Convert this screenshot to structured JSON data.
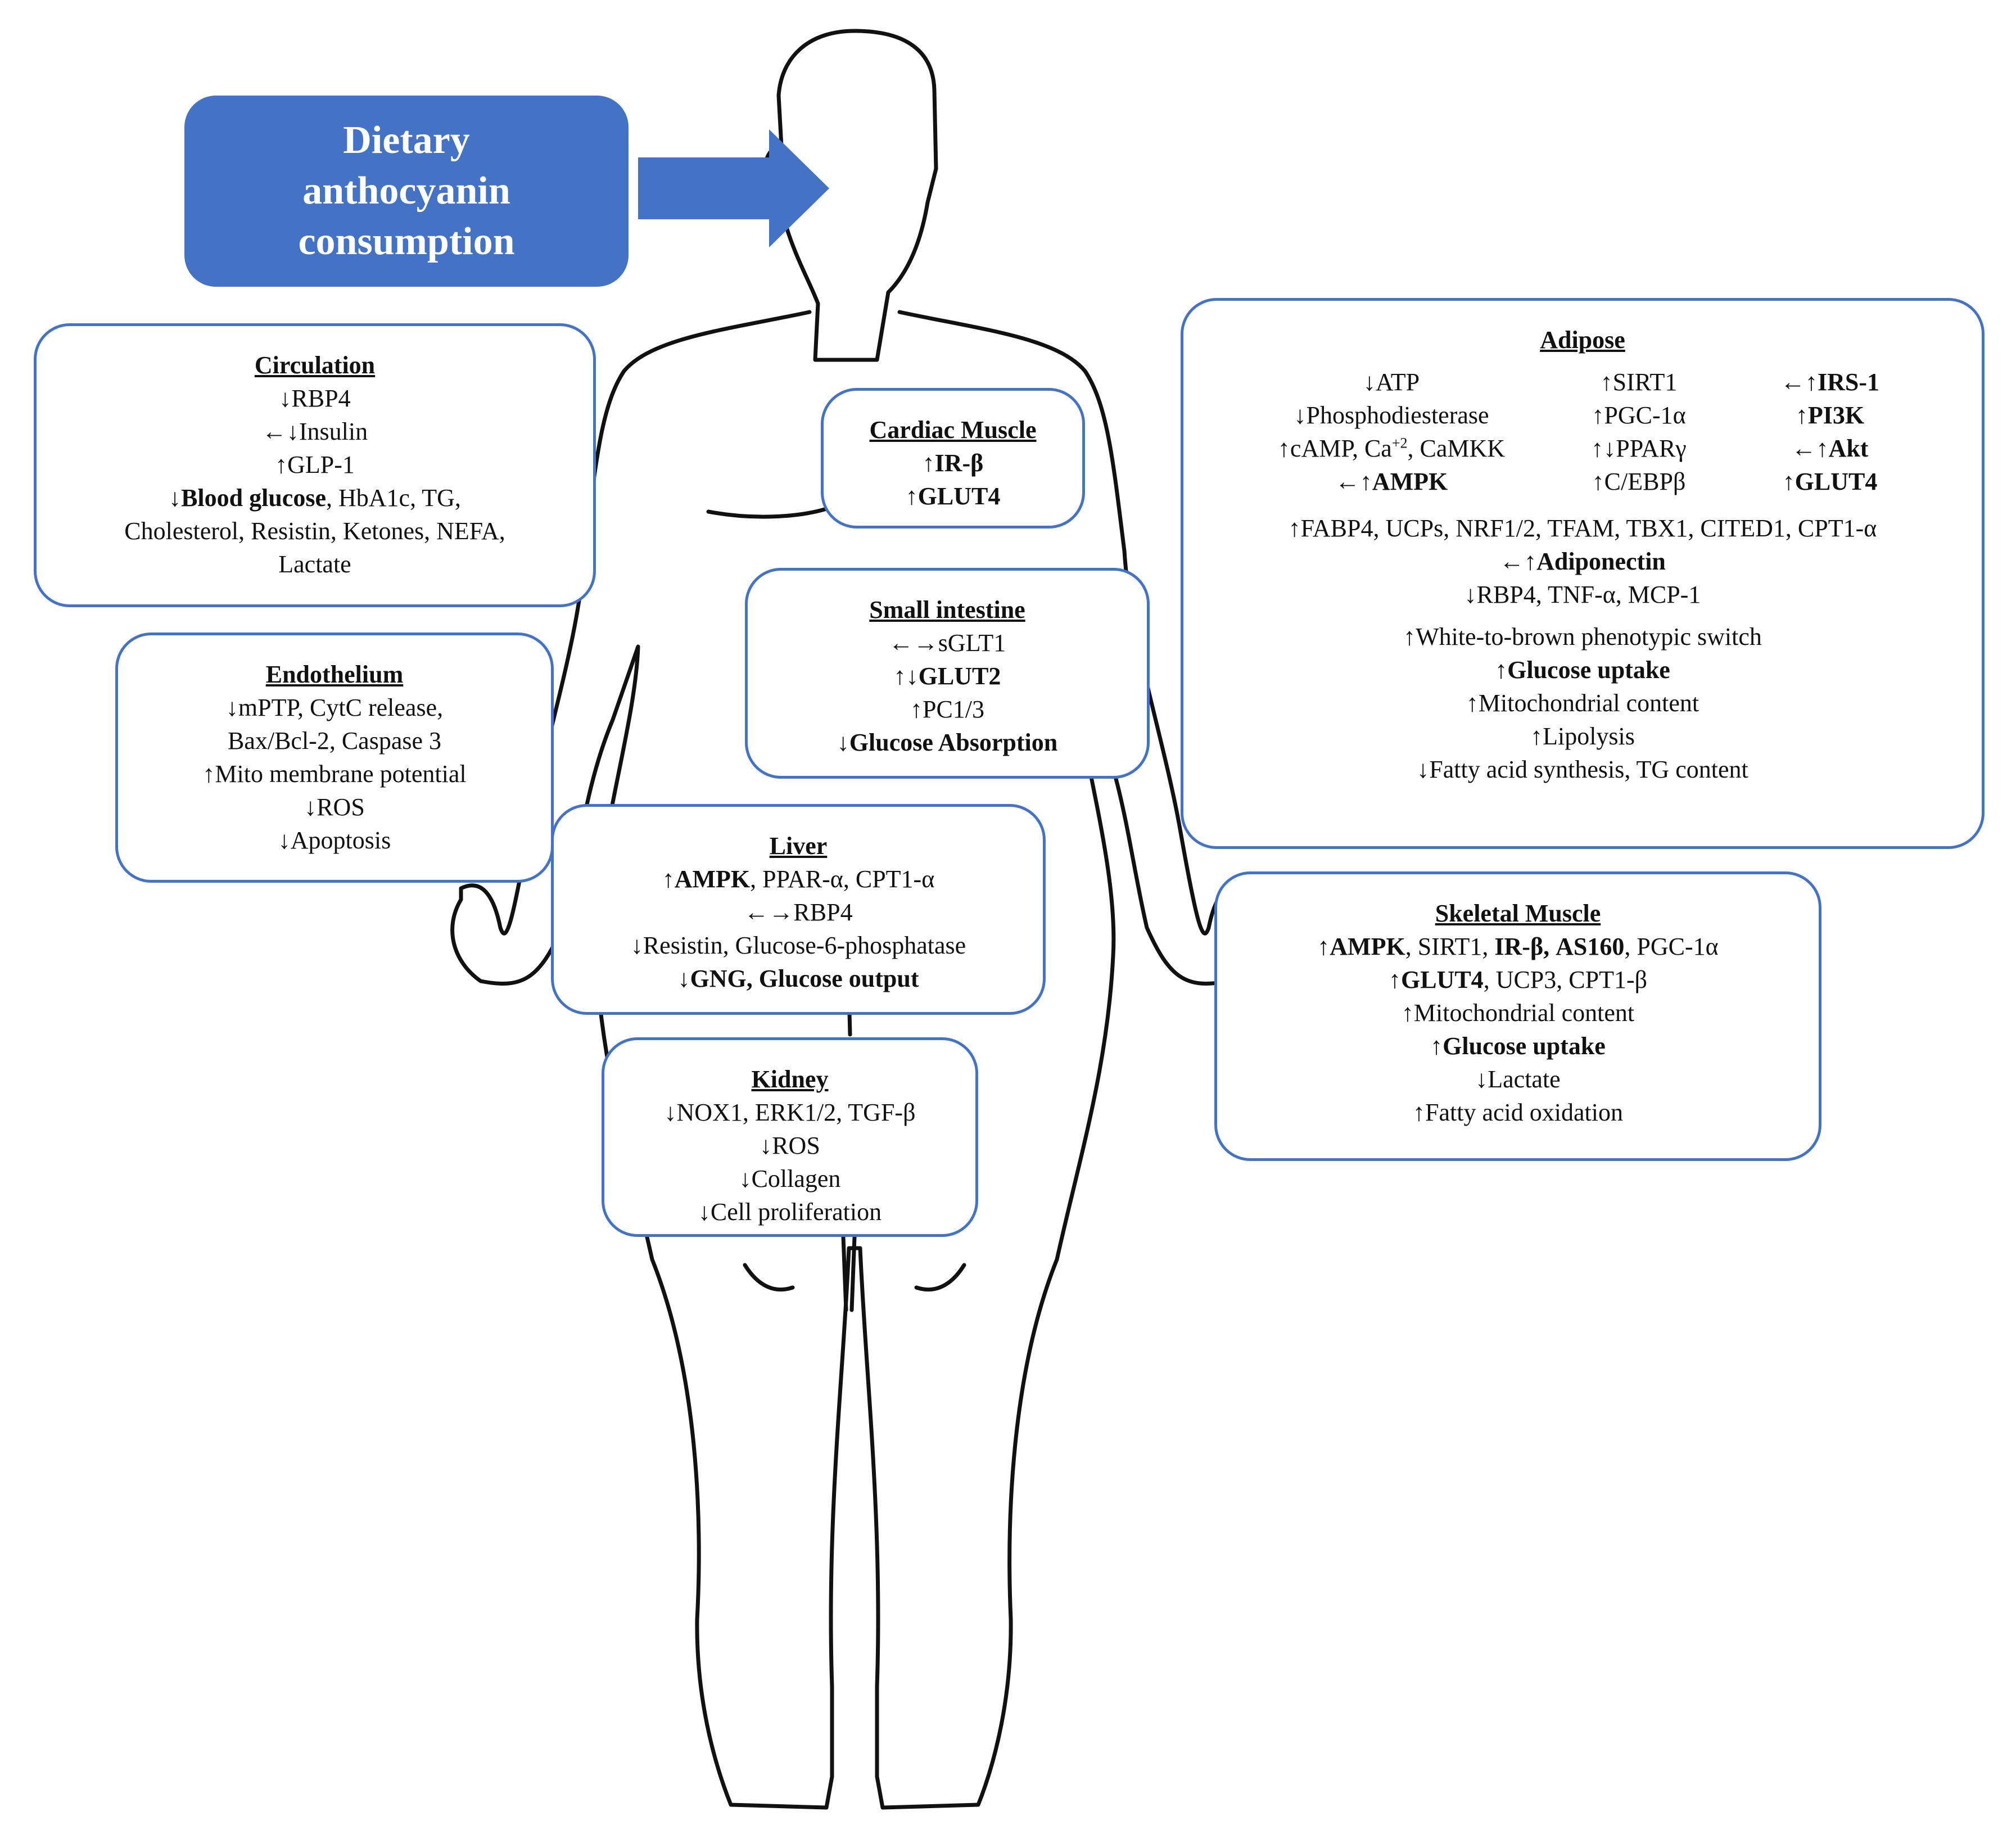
{
  "intake": {
    "line1": "Dietary",
    "line2": "anthocyanin",
    "line3": "consumption"
  },
  "colors": {
    "accent_blue": "#4472C4",
    "outline": "#111111"
  },
  "circulation": {
    "title": "Circulation",
    "l1": "↓RBP4",
    "l2": "←↓Insulin",
    "l3": "↑GLP-1",
    "l4_bold": "↓Blood glucose",
    "l4_rest": ", HbA1c, TG,",
    "l5": "Cholesterol, Resistin, Ketones, NEFA,",
    "l6": "Lactate"
  },
  "endothelium": {
    "title": "Endothelium",
    "l1": "↓mPTP, CytC release,",
    "l2": "Bax/Bcl-2, Caspase 3",
    "l3": "↑Mito membrane potential",
    "l4": "↓ROS",
    "l5": "↓Apoptosis"
  },
  "cardiac": {
    "title": "Cardiac Muscle",
    "l1": "↑IR-β",
    "l2": "↑GLUT4"
  },
  "small_intestine": {
    "title": "Small intestine",
    "l1": "←→sGLT1",
    "l2": "↑↓GLUT2",
    "l3": "↑PC1/3",
    "l4": "↓Glucose Absorption"
  },
  "liver": {
    "title": "Liver",
    "l1_bold": "↑AMPK",
    "l1_rest": ", PPAR-α,  CPT1-α",
    "l2": "←→RBP4",
    "l3": "↓Resistin, Glucose-6-phosphatase",
    "l4": "↓GNG, Glucose output"
  },
  "kidney": {
    "title": "Kidney",
    "l1": "↓NOX1, ERK1/2, TGF-β",
    "l2": "↓ROS",
    "l3": "↓Collagen",
    "l4": "↓Cell proliferation"
  },
  "adipose": {
    "title": "Adipose",
    "col1": [
      "↓ATP",
      "↓Phosphodiesterase",
      "↑cAMP, Ca",
      "←↑AMPK"
    ],
    "ca_sup": "+2",
    "ca_rest": ", CaMKK",
    "col2": [
      "↑SIRT1",
      "↑PGC-1α",
      "↑↓PPARγ",
      "↑C/EBPβ"
    ],
    "col3": [
      "←↑IRS-1",
      "↑PI3K",
      "←↑Akt",
      "↑GLUT4"
    ],
    "l5": "↑FABP4, UCPs, NRF1/2, TFAM, TBX1, CITED1, CPT1-α",
    "l6": "←↑Adiponectin",
    "l7": "↓RBP4, TNF-α, MCP-1",
    "l8": "↑White-to-brown phenotypic switch",
    "l9": "↑Glucose uptake",
    "l10": "↑Mitochondrial content",
    "l11": "↑Lipolysis",
    "l12": "↓Fatty acid synthesis, TG content"
  },
  "skeletal": {
    "title": "Skeletal Muscle",
    "l1_b1": "↑AMPK",
    "l1_t1": ", SIRT1, ",
    "l1_b2": "IR-β, AS160",
    "l1_t2": ", PGC-1α",
    "l2_b": "↑GLUT4",
    "l2_t": ", UCP3, CPT1-β",
    "l3": "↑Mitochondrial content",
    "l4": "↑Glucose uptake",
    "l5": "↓Lactate",
    "l6": "↑Fatty acid oxidation"
  }
}
